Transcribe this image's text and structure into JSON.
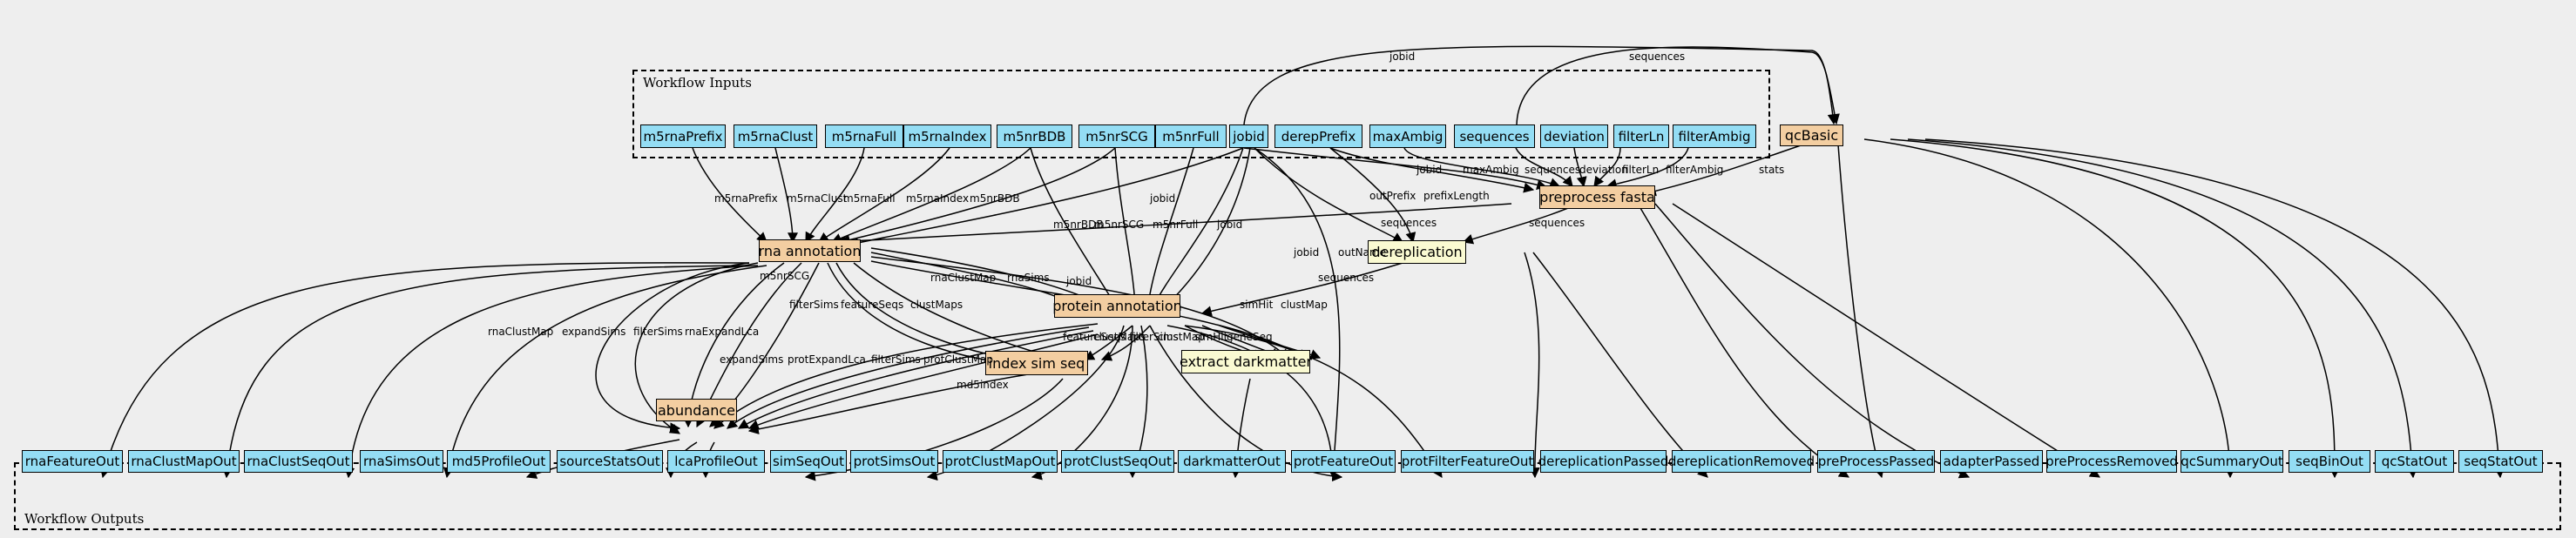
{
  "clusters": {
    "inputs": "Workflow Inputs",
    "outputs": "Workflow Outputs"
  },
  "inputs": [
    "m5rnaPrefix",
    "m5rnaClust",
    "m5rnaFull",
    "m5rnaIndex",
    "m5nrBDB",
    "m5nrSCG",
    "m5nrFull",
    "jobid",
    "derepPrefix",
    "maxAmbig",
    "sequences",
    "deviation",
    "filterLn",
    "filterAmbig"
  ],
  "steps": {
    "qcBasic": "qcBasic",
    "preprocess": "preprocess fasta",
    "dereplication": "dereplication",
    "rna": "rna annotation",
    "protein": "protein annotation",
    "indexsim": "index sim seq",
    "darkmatter": "extract darkmatter",
    "abundance": "abundance"
  },
  "outputs": [
    "rnaFeatureOut",
    "rnaClustMapOut",
    "rnaClustSeqOut",
    "rnaSimsOut",
    "md5ProfileOut",
    "sourceStatsOut",
    "lcaProfileOut",
    "simSeqOut",
    "protSimsOut",
    "protClustMapOut",
    "protClustSeqOut",
    "darkmatterOut",
    "protFeatureOut",
    "protFilterFeatureOut",
    "dereplicationPassed",
    "dereplicationRemoved",
    "preProcessPassed",
    "adapterPassed",
    "preProcessRemoved",
    "qcSummaryOut",
    "seqBinOut",
    "qcStatOut",
    "seqStatOut"
  ],
  "edge_labels": [
    "jobid",
    "sequences",
    "stats",
    "jobid",
    "maxAmbig",
    "sequences",
    "deviation",
    "filterLn",
    "filterAmbig",
    "outPrefix",
    "prefixLength",
    "sequences",
    "sequences",
    "m5rnaPrefix",
    "m5rnaClust",
    "m5rnaFull",
    "m5rnaIndex",
    "m5nrBDB",
    "jobid",
    "jobid",
    "m5nrBDB",
    "m5nrSCG",
    "m5nrFull",
    "jobid",
    "outName",
    "rnaClustMap",
    "rnaSims",
    "jobid",
    "m5nrSCG",
    "filterSims",
    "featureSeqs",
    "clustMaps",
    "simHit",
    "clustMap",
    "sequences",
    "rnaClustMap",
    "expandSims",
    "filterSims",
    "rnaExpandLca",
    "featureSeqs",
    "filterSims",
    "expandSims",
    "protExpandLca",
    "filterSims",
    "protClustMap",
    "clustMaps",
    "clustMap",
    "simHit",
    "geneSeq",
    "md5index"
  ]
}
